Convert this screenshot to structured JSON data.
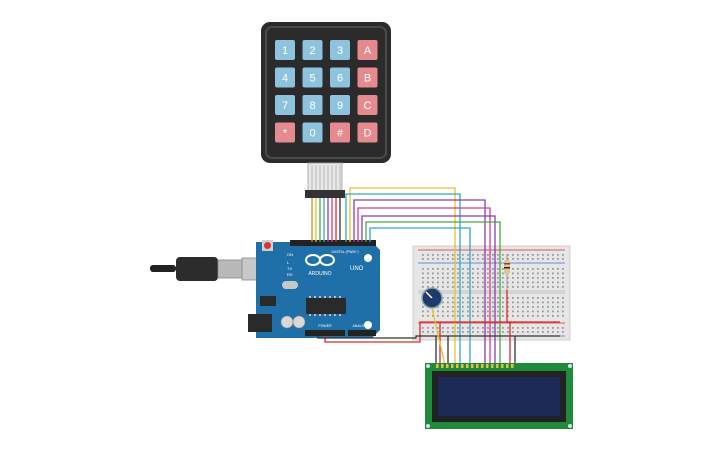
{
  "keypad": {
    "keys": [
      [
        "1",
        "2",
        "3",
        "A"
      ],
      [
        "4",
        "5",
        "6",
        "B"
      ],
      [
        "7",
        "8",
        "9",
        "C"
      ],
      [
        "*",
        "0",
        "#",
        "D"
      ]
    ]
  },
  "arduino": {
    "brand_text": "ARDUINO",
    "uno_text": "UNO",
    "digital_text": "DIGITAL (PWM~)",
    "power_text": "POWER",
    "analog_text": "ANALOG IN",
    "on_text": "ON",
    "tx_text": "TX",
    "rx_text": "RX",
    "l_text": "L"
  },
  "colors": {
    "keypad_frame": "#2b2b2b",
    "key_blue": "#8ec3de",
    "key_red": "#e58a8f",
    "arduino_board": "#1f6fa8",
    "breadboard": "#e6e6e6",
    "lcd_board": "#1f8a3a",
    "lcd_screen": "#1b2a55",
    "wire_red": "#d62c2c",
    "wire_black": "#333333",
    "wire_yellow": "#e7c22b",
    "wire_purple": "#8b3ea8",
    "wire_pink": "#d63a8e",
    "wire_cyan": "#35a7c4",
    "wire_green": "#4aa84a",
    "wire_orange": "#e08a2a"
  }
}
